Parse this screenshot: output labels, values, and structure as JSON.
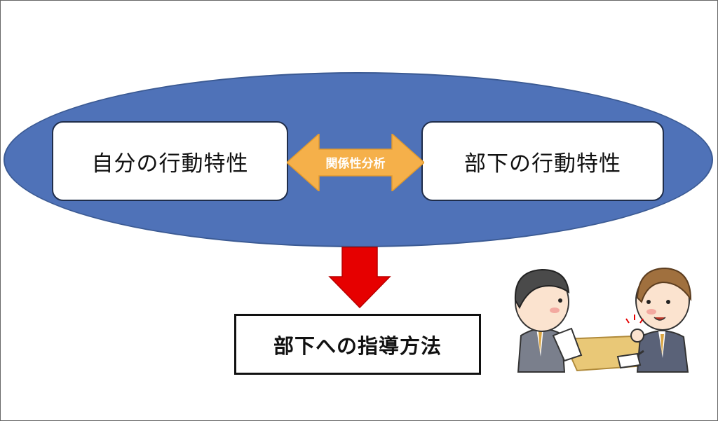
{
  "diagram": {
    "self_traits_label": "自分の行動特性",
    "subordinate_traits_label": "部下の行動特性",
    "relationship_label": "関係性分析",
    "result_label": "部下への指導方法"
  },
  "colors": {
    "ellipse_fill": "#4f72b8",
    "relationship_arrow": "#f5b04a",
    "down_arrow": "#e60000"
  },
  "illustration": {
    "icon": "two-businessmen-meeting-icon"
  }
}
